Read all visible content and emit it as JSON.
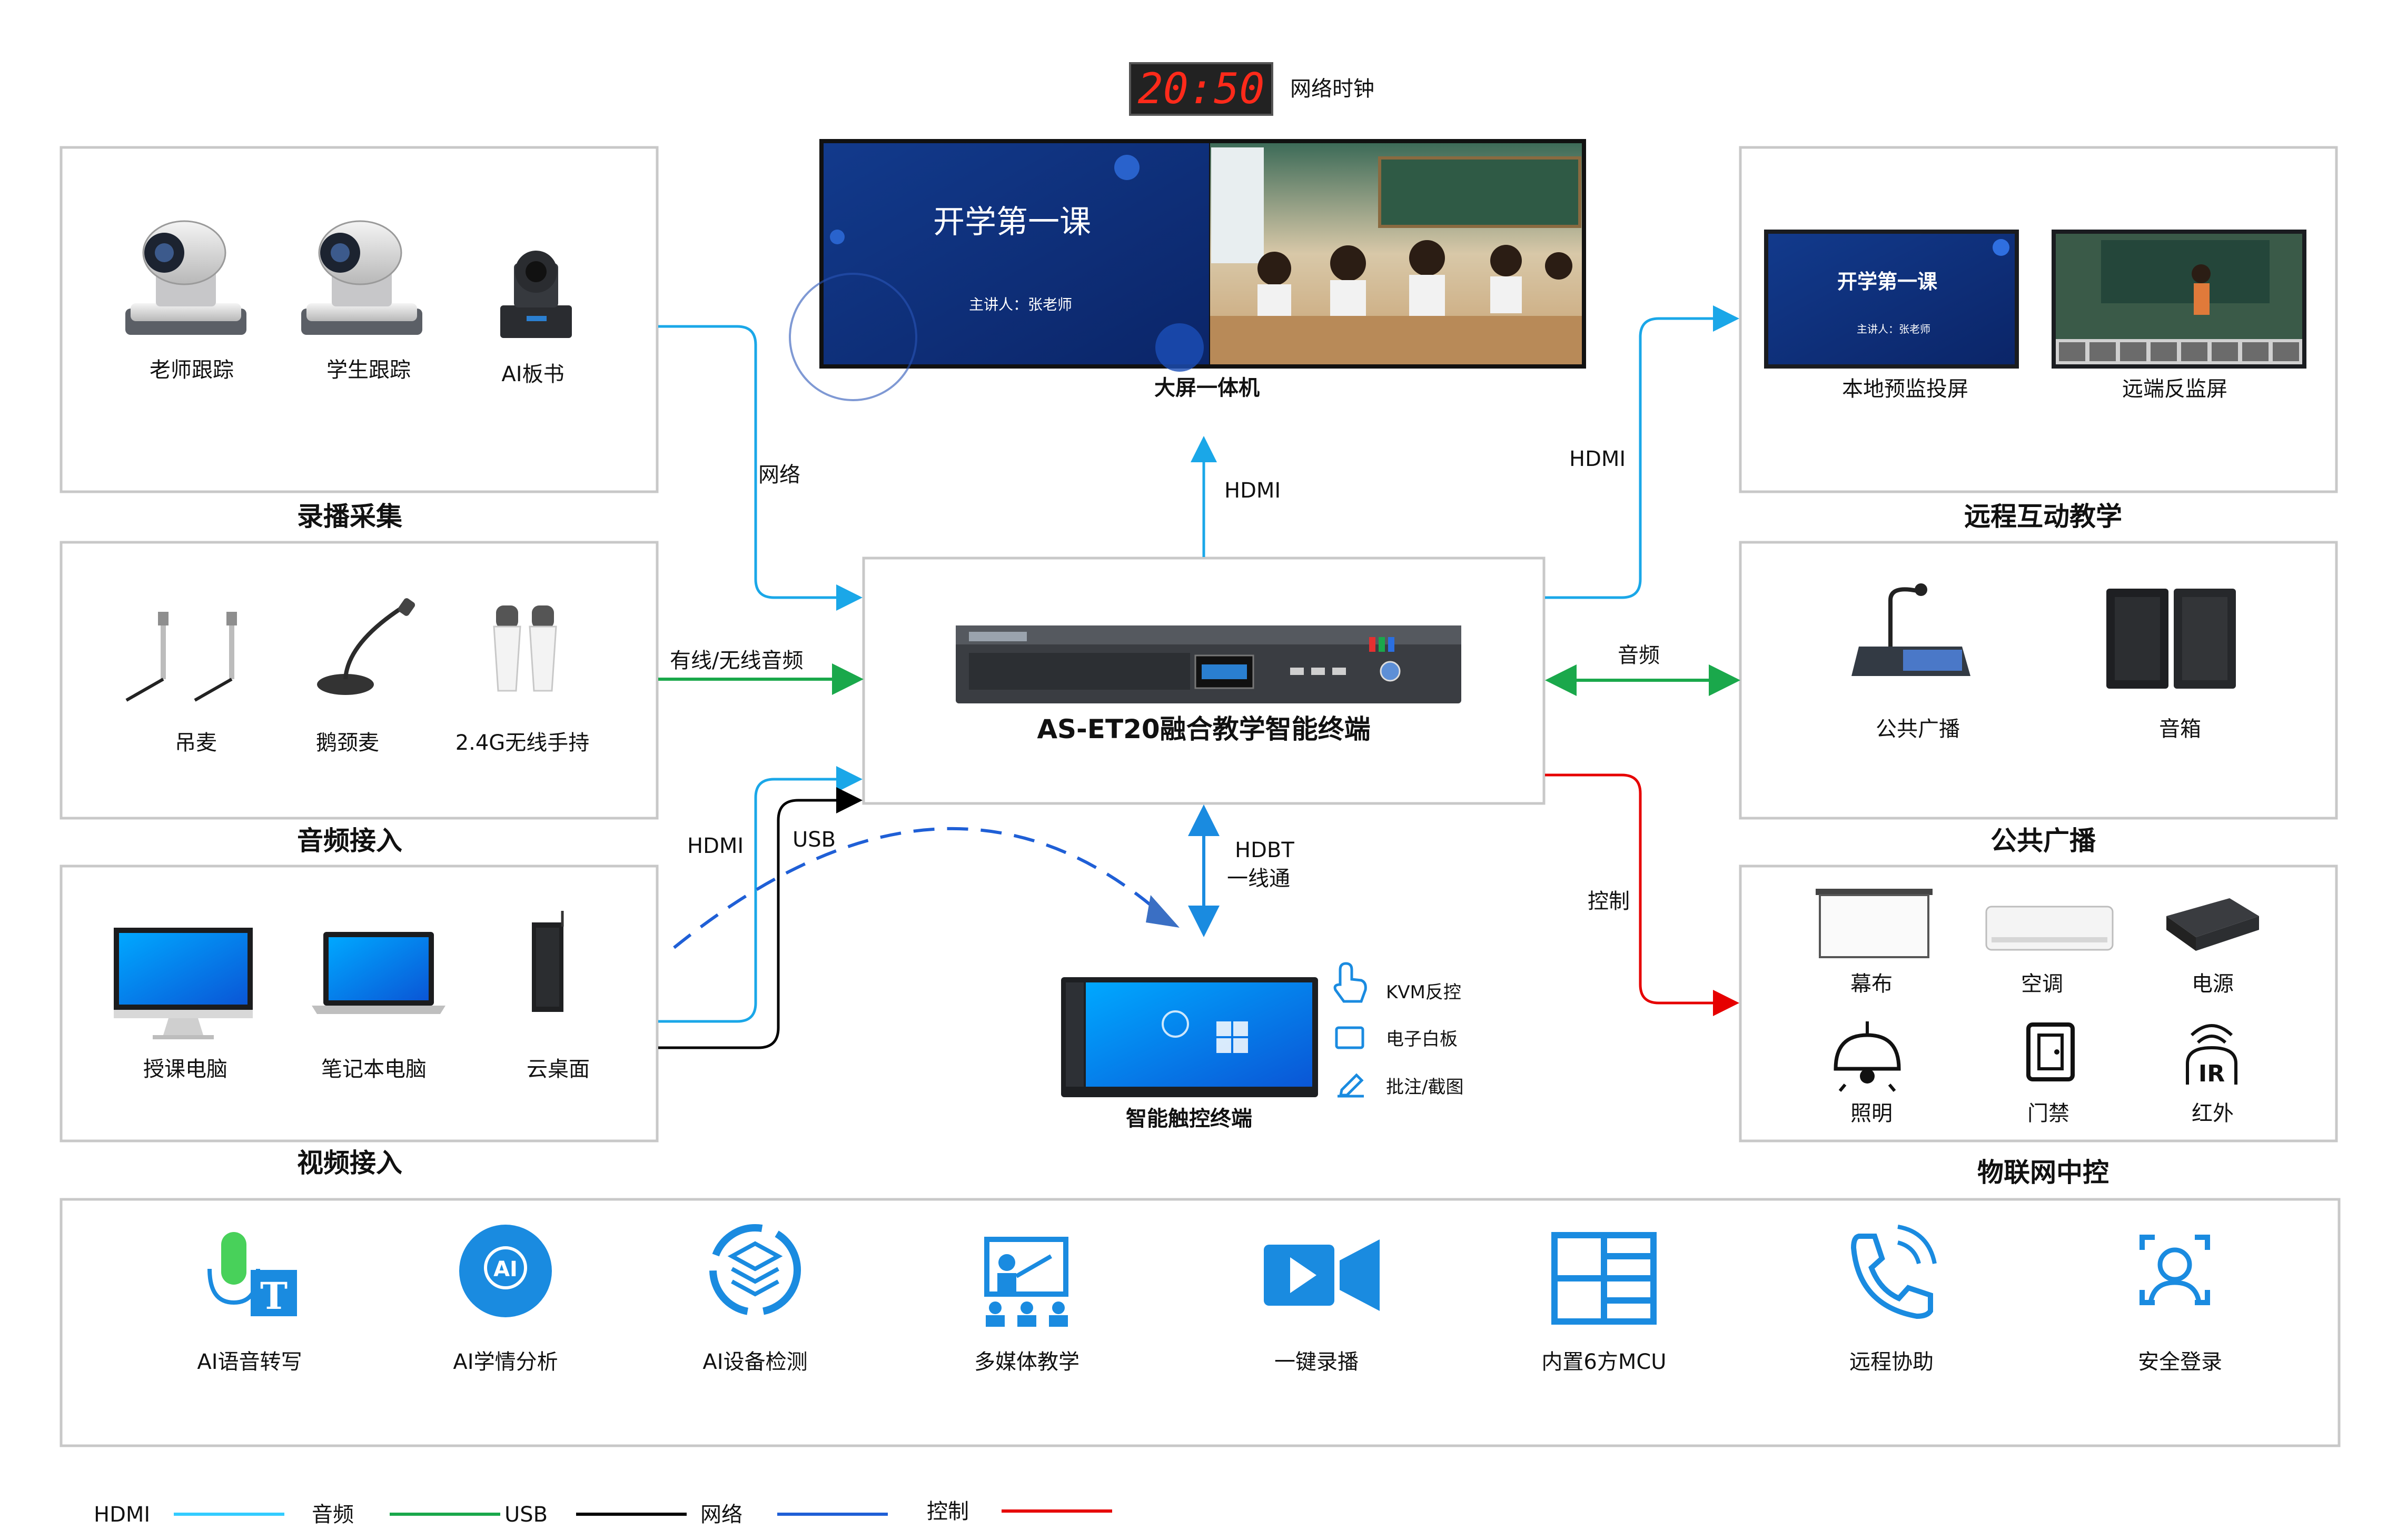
{
  "clock": {
    "time": "20:50",
    "label": "网络时钟"
  },
  "main_screen": {
    "label": "大屏一体机",
    "slide_title": "开学第一课",
    "slide_sub": "主讲人：张老师"
  },
  "terminal": {
    "label": "AS-ET20融合教学智能终端"
  },
  "touch_terminal": {
    "label": "智能触控终端",
    "features": [
      "KVM反控",
      "电子白板",
      "批注/截图"
    ]
  },
  "groups": {
    "recording": {
      "title": "录播采集",
      "items": [
        "老师跟踪",
        "学生跟踪",
        "AI板书"
      ]
    },
    "audio_in": {
      "title": "音频接入",
      "items": [
        "吊麦",
        "鹅颈麦",
        "2.4G无线手持"
      ]
    },
    "video_in": {
      "title": "视频接入",
      "items": [
        "授课电脑",
        "笔记本电脑",
        "云桌面"
      ]
    },
    "remote": {
      "title": "远程互动教学",
      "items": [
        "本地预监投屏",
        "远端反监屏"
      ],
      "slide_title": "开学第一课",
      "slide_sub": "主讲人：张老师"
    },
    "broadcast": {
      "title": "公共广播",
      "items": [
        "公共广播",
        "音箱"
      ]
    },
    "iot": {
      "title": "物联网中控",
      "items": [
        "幕布",
        "空调",
        "电源",
        "照明",
        "门禁",
        "红外"
      ]
    }
  },
  "connections": {
    "network": "网络",
    "wired_wireless_audio": "有线/无线音频",
    "hdmi_top": "HDMI",
    "hdmi_right": "HDMI",
    "audio": "音频",
    "hdmi_video": "HDMI",
    "usb_video": "USB",
    "hdbt_line1": "HDBT",
    "hdbt_line2": "一线通",
    "control": "控制"
  },
  "features": [
    "AI语音转写",
    "AI学情分析",
    "AI设备检测",
    "多媒体教学",
    "一键录播",
    "内置6方MCU",
    "远程协助",
    "安全登录"
  ],
  "legend": [
    {
      "label": "HDMI",
      "color": "#33ccff"
    },
    {
      "label": "音频",
      "color": "#1aa84b"
    },
    {
      "label": "USB",
      "color": "#000000"
    },
    {
      "label": "网络",
      "color": "#1f5fd6"
    },
    {
      "label": "控制",
      "color": "#e60000"
    }
  ],
  "colors": {
    "hdmi": "#1aa7e8",
    "audio": "#1aa84b",
    "usb": "#000000",
    "network": "#1f5fd6",
    "control": "#e60000",
    "icon_blue": "#1a8be0"
  }
}
